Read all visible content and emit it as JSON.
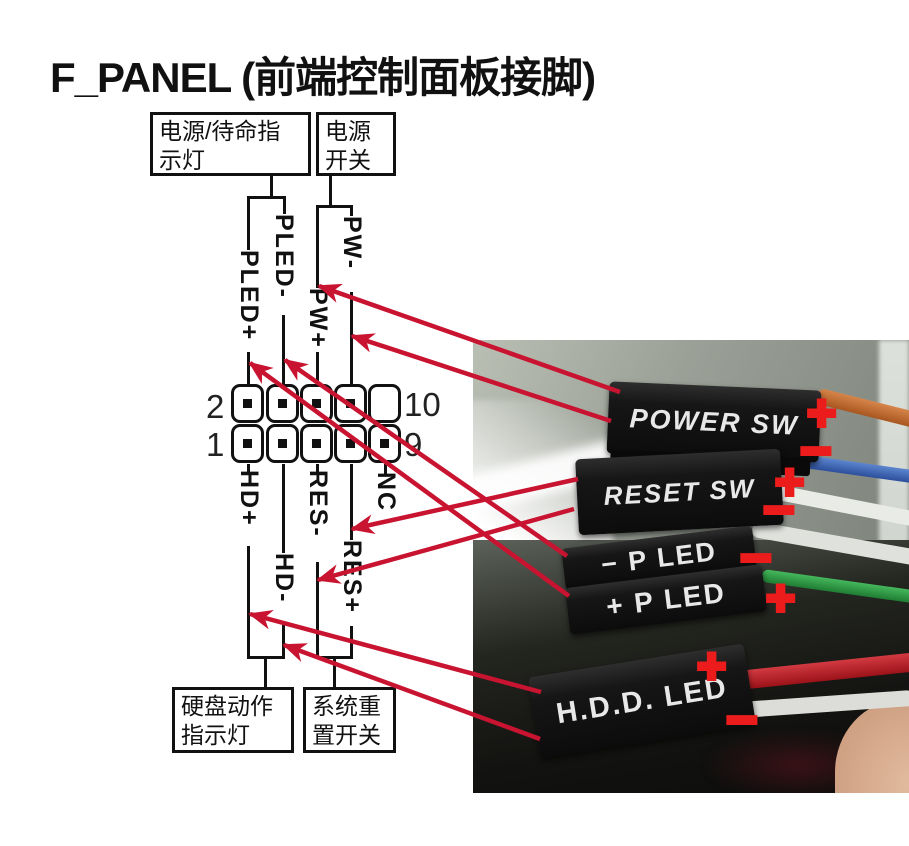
{
  "title": "F_PANEL (前端控制面板接脚)",
  "top_boxes": {
    "power_led_label": {
      "line1": "电源/待命指",
      "line2": "示灯"
    },
    "power_switch_label": {
      "line1": "电源",
      "line2": "开关"
    }
  },
  "bottom_boxes": {
    "hdd_led_label": {
      "line1": "硬盘动作",
      "line2": "指示灯"
    },
    "reset_switch_label": {
      "line1": "系统重",
      "line2": "置开关"
    }
  },
  "pin_header": {
    "numbers": {
      "top_left": "2",
      "bottom_left": "1",
      "top_right": "10",
      "bottom_right": "9"
    },
    "top_pin_labels": [
      "PLED+",
      "PLED-",
      "PW+",
      "PW-"
    ],
    "bottom_pin_labels": [
      "HD+",
      "HD-",
      "RES-",
      "RES+",
      "NC"
    ]
  },
  "photo": {
    "connectors": [
      {
        "label": "POWER SW"
      },
      {
        "label": "RESET SW"
      },
      {
        "label": "− P LED"
      },
      {
        "label": "+ P LED"
      },
      {
        "label": "H.D.D. LED"
      }
    ],
    "marks": {
      "plus": "+",
      "minus": "−"
    }
  },
  "colors": {
    "arrow_red": "#c81430",
    "mark_red": "#ed1c1c",
    "line_black": "#111111"
  }
}
